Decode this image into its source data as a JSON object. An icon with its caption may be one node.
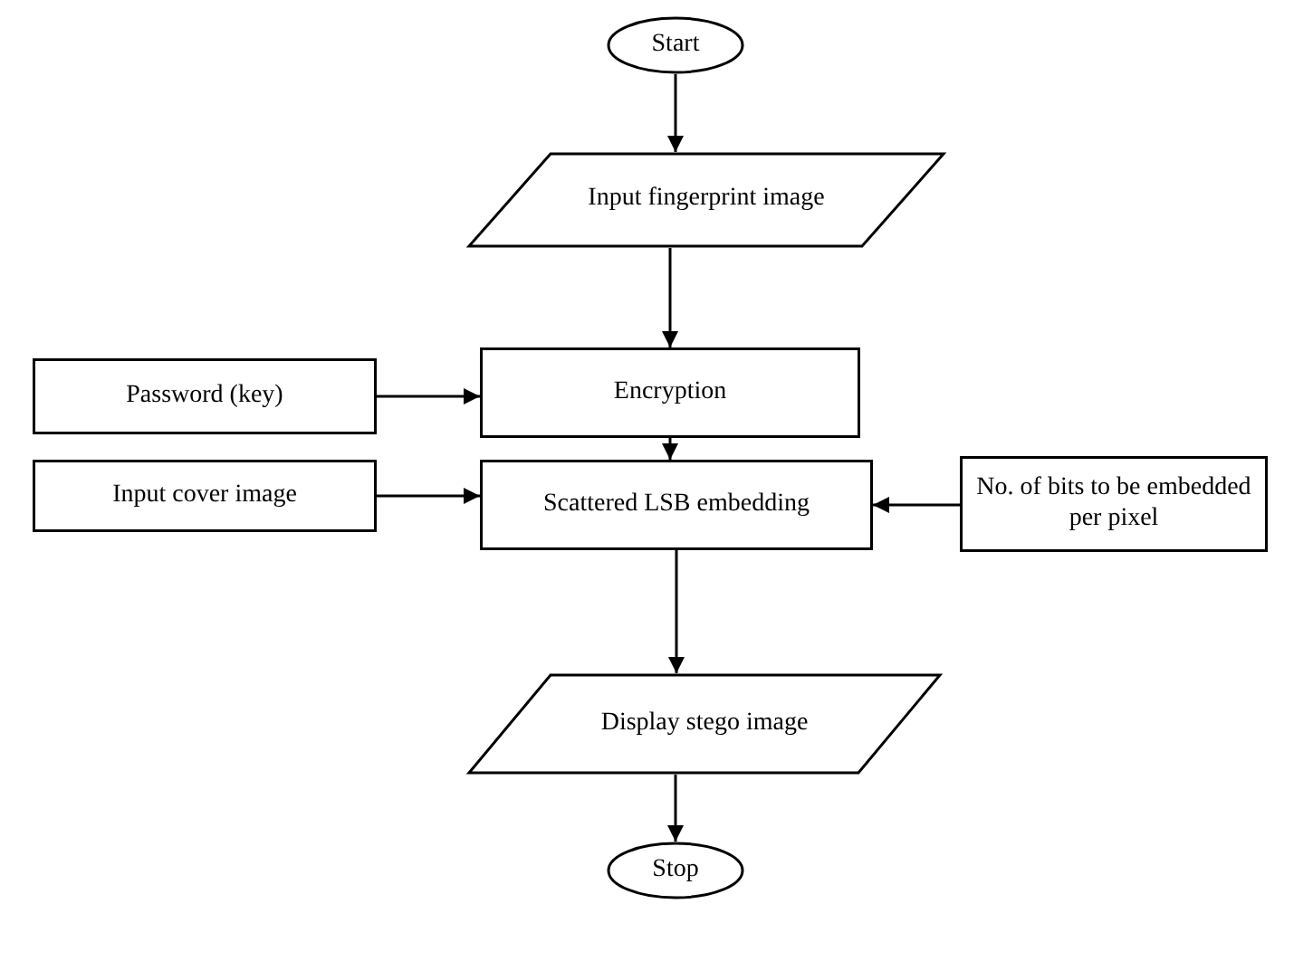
{
  "diagram": {
    "nodes": [
      {
        "text": [
          "Start"
        ]
      },
      {
        "text": [
          "Input fingerprint image"
        ]
      },
      {
        "text": [
          "Password (key)"
        ]
      },
      {
        "text": [
          "Encryption"
        ]
      },
      {
        "text": [
          "Input cover image"
        ]
      },
      {
        "text": [
          "Scattered LSB embedding"
        ]
      },
      {
        "text": [
          "No. of bits to be embedded per pixel"
        ]
      },
      {
        "text": [
          "Display stego image"
        ]
      },
      {
        "text": [
          "Stop"
        ]
      }
    ],
    "edges": [
      {
        "from": 0,
        "to": 1,
        "arrow": "to"
      },
      {
        "from": 1,
        "to": 3,
        "arrow": "to"
      },
      {
        "from": 2,
        "to": 3,
        "arrow": "to"
      },
      {
        "from": 3,
        "to": 5,
        "arrow": "to"
      },
      {
        "from": 4,
        "to": 5,
        "arrow": "to"
      },
      {
        "from": 6,
        "to": 5,
        "arrow": "to"
      },
      {
        "from": 5,
        "to": 7,
        "arrow": "to"
      },
      {
        "from": 7,
        "to": 8,
        "arrow": "to"
      }
    ]
  }
}
